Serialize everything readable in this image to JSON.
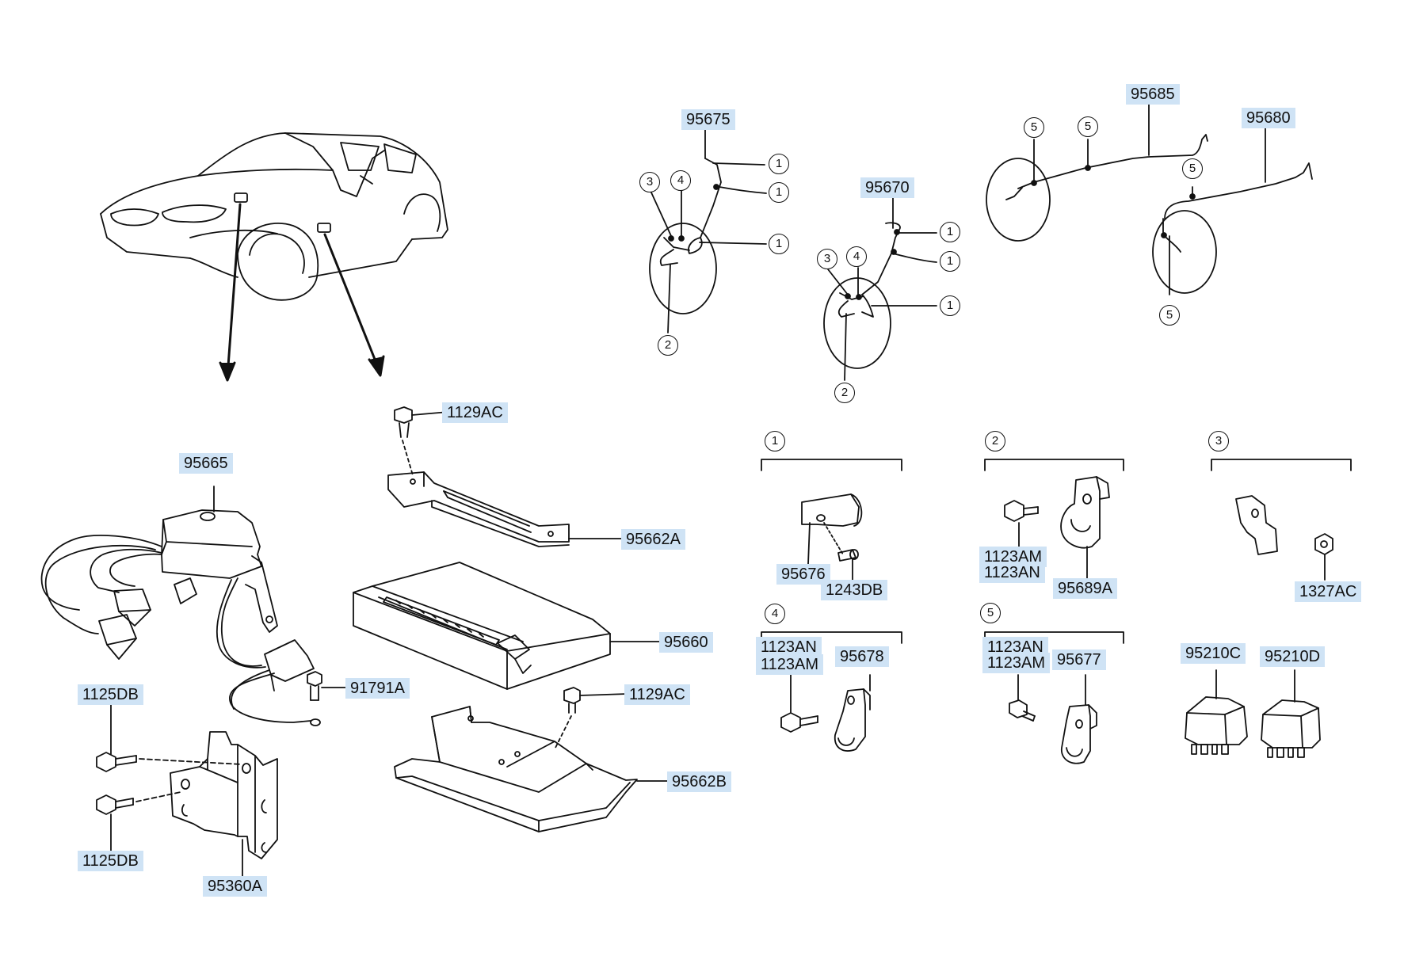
{
  "diagram": {
    "labels": {
      "p95675": "95675",
      "p95670": "95670",
      "p95685": "95685",
      "p95680": "95680",
      "p1129ac_top": "1129AC",
      "p95665": "95665",
      "p95662a": "95662A",
      "p95660": "95660",
      "p91791a": "91791A",
      "p1129ac_bottom": "1129AC",
      "p95662b": "95662B",
      "p1125db_top": "1125DB",
      "p1125db_bottom": "1125DB",
      "p95360a": "95360A",
      "p95676": "95676",
      "p1243db": "1243DB",
      "p1123am_2": "1123AM",
      "p1123an_2": "1123AN",
      "p95689a": "95689A",
      "p1327ac": "1327AC",
      "p1123an_4": "1123AN",
      "p1123am_4": "1123AM",
      "p95678": "95678",
      "p1123an_5": "1123AN",
      "p1123am_5": "1123AM",
      "p95677": "95677",
      "p95210c": "95210C",
      "p95210d": "95210D"
    },
    "callouts": {
      "one": "1",
      "two": "2",
      "three": "3",
      "four": "4",
      "five": "5"
    }
  }
}
